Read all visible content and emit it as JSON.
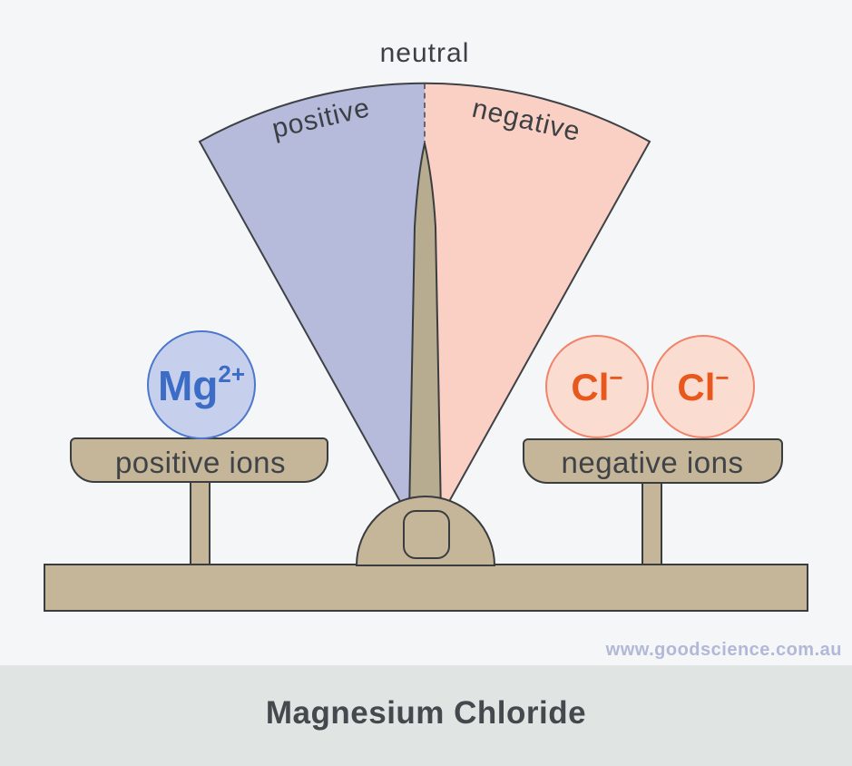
{
  "colors": {
    "background": "#f5f6f8",
    "gauge_positive": "#b6bbdb",
    "gauge_negative": "#f9d0c3",
    "balance_tan": "#c5b69a",
    "needle_tan": "#b7ab90",
    "mg_fill": "#c6d0ed",
    "mg_stroke": "#4e77cb",
    "mg_text": "#3b6cc6",
    "cl_fill": "#fbdcd0",
    "cl_stroke": "#f0836a",
    "cl_text": "#e8571c",
    "footer_band": "#e0e4e2",
    "watermark_text": "#b2b8d8"
  },
  "gauge": {
    "neutral_label": "neutral",
    "positive_label": "positive",
    "negative_label": "negative"
  },
  "left_pan": {
    "label": "positive ions",
    "ion": {
      "symbol": "Mg",
      "charge": "2+"
    }
  },
  "right_pan": {
    "label": "negative ions",
    "ions": [
      {
        "symbol": "Cl",
        "charge": "−"
      },
      {
        "symbol": "Cl",
        "charge": "−"
      }
    ]
  },
  "watermark": "www.goodscience.com.au",
  "footer": {
    "title": "Magnesium Chloride"
  }
}
